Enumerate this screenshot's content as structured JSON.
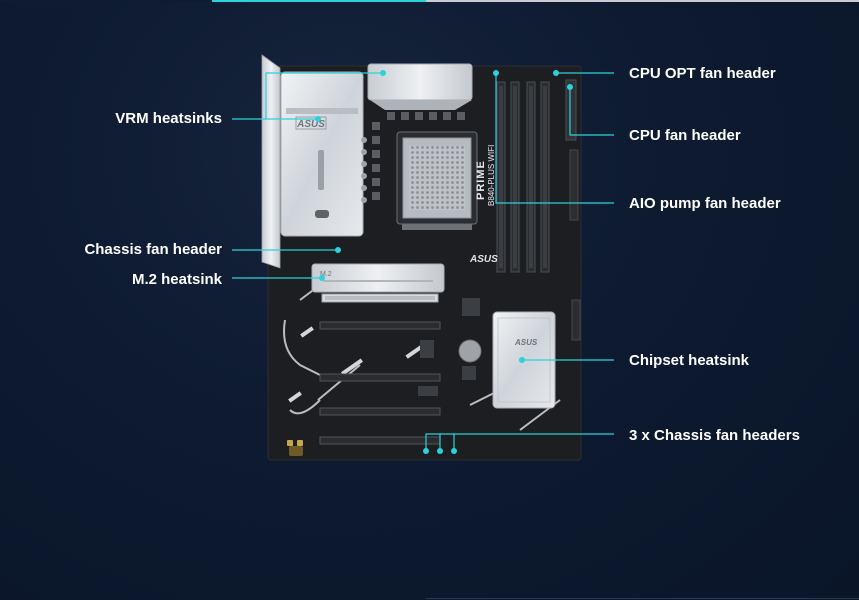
{
  "labels": {
    "vrm_heatsinks": "VRM heatsinks",
    "chassis_fan_header": "Chassis fan header",
    "m2_heatsink": "M.2 heatsink",
    "cpu_opt_fan_header": "CPU OPT fan header",
    "cpu_fan_header": "CPU fan header",
    "aio_pump_fan_header": "AIO pump fan header",
    "chipset_heatsink": "Chipset heatsink",
    "chassis_fan_headers_x3": "3 x Chassis fan headers"
  },
  "board": {
    "vrm_brand": "ASUS",
    "model_name": "PRIME",
    "model_number": "B840-PLUS WIFI",
    "m2_label": "M.2",
    "board_brand": "ASUS",
    "chipset_brand": "ASUS"
  },
  "colors": {
    "accent": "#2bd2d9",
    "background": "#0d1a30",
    "board": "#1b1d21",
    "heatsink": "#d9dde2"
  }
}
